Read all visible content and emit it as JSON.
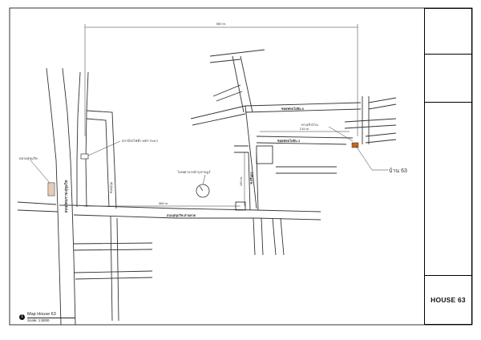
{
  "map": {
    "dimension_top": "560 m.",
    "dimension_mid": "215 m.",
    "dimension_bottom": "365 m.",
    "dimension_vertical": "160 m.",
    "road_upper_right": "ซอยพหลโยธิน 6",
    "road_middle_right": "ซอยพหลโยธิน 3",
    "road_main_horizontal": "ถนนสุขุมวิท-สายลวด",
    "road_main_vertical": "ถนนรัตนราช-สุขุมวิท",
    "road_side_left": "ซอยสุขุม",
    "road_side_center": "ซ.ศรีนคร",
    "label_train_exit": "สถานีรถไฟฟ้า MRT Exit 2",
    "label_temple": "โรงพยาบาลบำรุงราษฎร์",
    "label_market": "ตลาดสุขุมวิท",
    "label_corner_house": "ทางเข้าบ้าน",
    "label_house_callout": "บ้าน 63"
  },
  "title_block": {
    "title": "HOUSE 63"
  },
  "caption": {
    "marker": "1",
    "name": "Map House 63",
    "scale": "Scale: 1:5000"
  },
  "colors": {
    "line": "#333333",
    "accent": "#c8641e"
  }
}
